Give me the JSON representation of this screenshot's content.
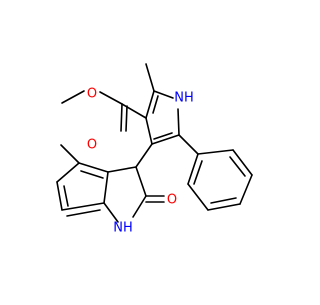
{
  "structure": {
    "atoms": {
      "o_ester_single": {
        "label": "O",
        "color": "#ff0000"
      },
      "o_ester_carbonyl": {
        "label": "O",
        "color": "#ff0000"
      },
      "nh_pyrrole": {
        "label": "NH",
        "color": "#0000ff"
      },
      "nh_lactam": {
        "label": "NH",
        "color": "#0000ff"
      },
      "o_lactam": {
        "label": "O",
        "color": "#ff0000"
      }
    },
    "bond_color": "#000000"
  }
}
